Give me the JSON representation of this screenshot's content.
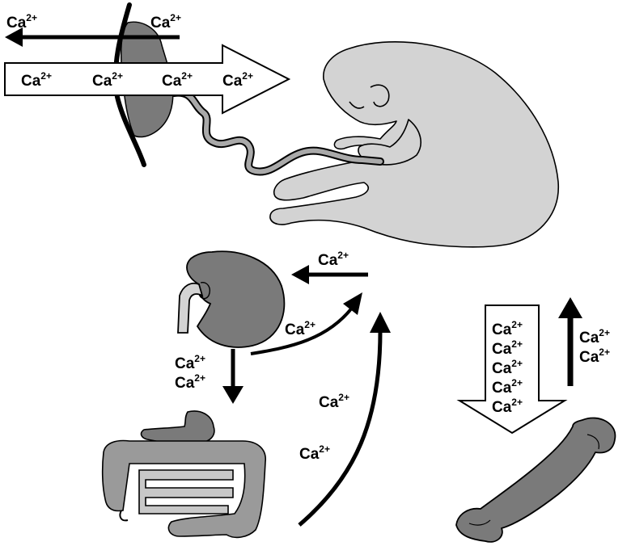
{
  "ion_label": "Ca",
  "ion_charge": "2+",
  "colors": {
    "tissue_light": "#d3d3d3",
    "tissue_dark": "#808080",
    "outline": "#000000",
    "arrow_fill": "#ffffff",
    "background": "#ffffff"
  },
  "icons": [
    "fetus-icon",
    "placenta-icon",
    "umbilical-cord-icon",
    "kidney-icon",
    "intestine-icon",
    "femur-bone-icon"
  ],
  "labels": {
    "placenta_efflux_left": "Ca",
    "placenta_efflux_right": "Ca",
    "placental_transfer_1": "Ca",
    "placental_transfer_2": "Ca",
    "placental_transfer_3": "Ca",
    "placental_transfer_4": "Ca",
    "kidney_reabsorption": "Ca",
    "kidney_to_blood": "Ca",
    "kidney_excretion_1": "Ca",
    "kidney_excretion_2": "Ca",
    "intestine_absorption_1": "Ca",
    "intestine_absorption_2": "Ca",
    "bone_deposit_1": "Ca",
    "bone_deposit_2": "Ca",
    "bone_deposit_3": "Ca",
    "bone_deposit_4": "Ca",
    "bone_deposit_5": "Ca",
    "bone_resorption_1": "Ca",
    "bone_resorption_2": "Ca"
  }
}
